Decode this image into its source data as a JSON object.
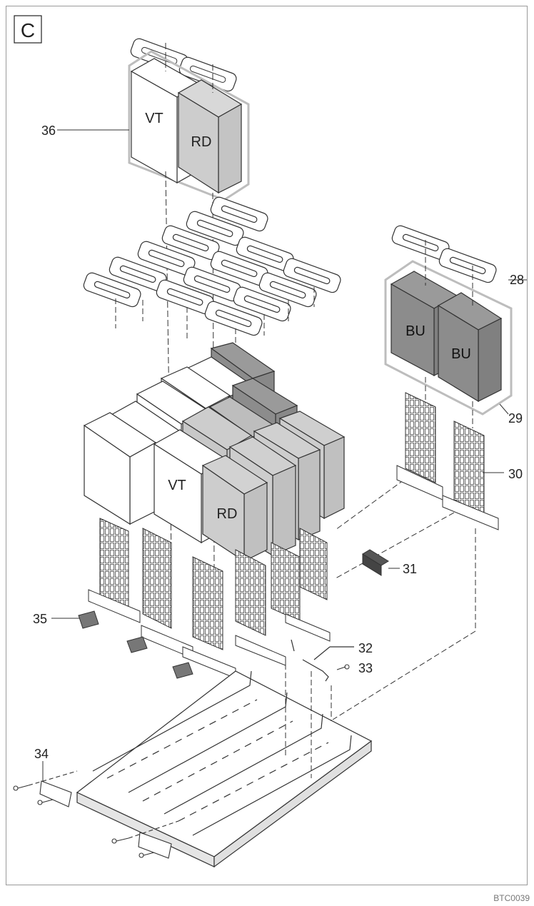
{
  "section_letter": "C",
  "drawing_code": "BTC0039",
  "module_labels": {
    "vt": "VT",
    "rd": "RD",
    "bu": "BU"
  },
  "callouts": [
    "36",
    "28",
    "29",
    "30",
    "31",
    "35",
    "32",
    "33",
    "34"
  ],
  "colors": {
    "white_module": "#ffffff",
    "rd_module": "#cdcdcd",
    "bu_module": "#8c8c8c",
    "group_outline": "#bdbdbd",
    "line": "#333333"
  }
}
